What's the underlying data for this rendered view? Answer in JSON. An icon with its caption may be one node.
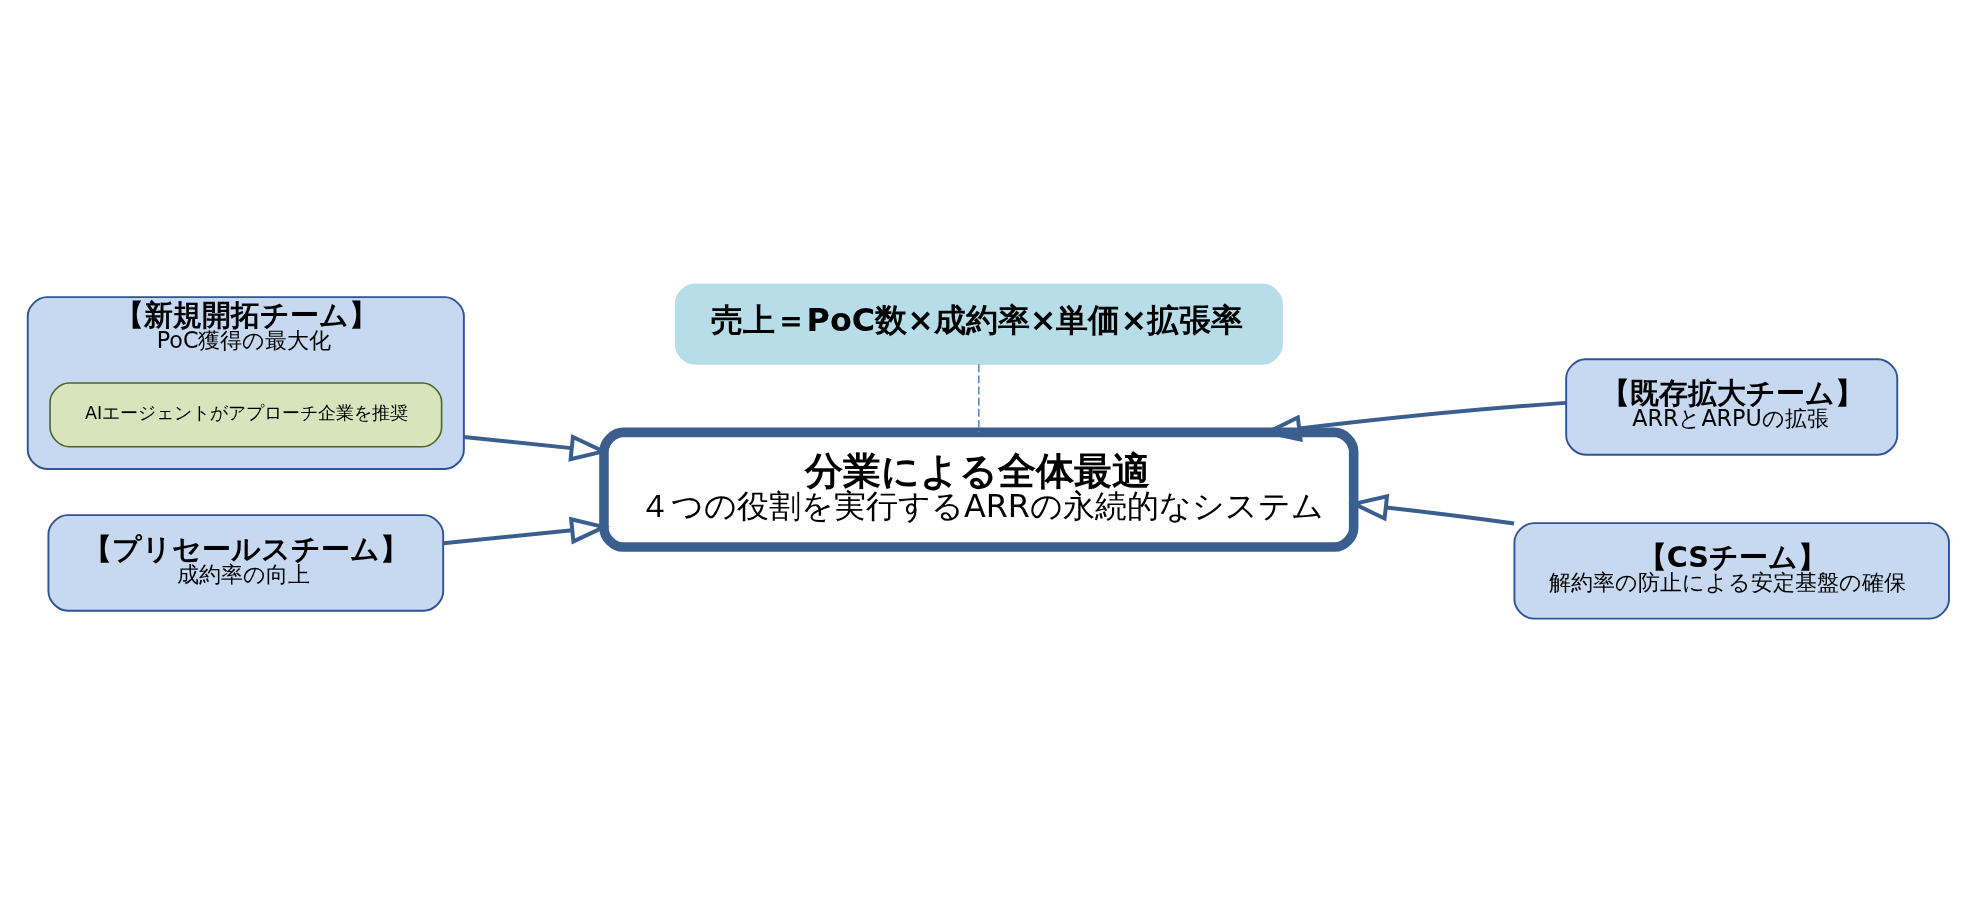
{
  "diagram": {
    "nodes": [
      {
        "text": [
          "【新規開拓チーム】",
          "PoC獲得の最大化"
        ]
      },
      {
        "text": [
          "AIエージェントがアプローチ企業を推奨"
        ],
        "in": 0
      },
      {
        "text": [
          "売上＝PoC数×成約率×単価×拡張率"
        ]
      },
      {
        "text": [
          "【既存拡大チーム】",
          "ARRとARPUの拡張"
        ]
      },
      {
        "text": [
          "分業による全体最適",
          "４つの役割を実行するARRの永続的なシステム"
        ]
      },
      {
        "text": [
          "【プリセールスチーム】",
          "成約率の向上"
        ]
      },
      {
        "text": [
          "【CSチーム】",
          "解約率の防止による安定基盤の確保"
        ]
      }
    ],
    "edges": [
      {
        "from": 2,
        "to": 4,
        "arrow": "none",
        "style": "dashed",
        "color": "#5b8db8"
      },
      {
        "from": 0,
        "to": 4,
        "arrow": "to"
      },
      {
        "from": 3,
        "to": 4,
        "arrow": "to"
      },
      {
        "from": 5,
        "to": 4,
        "arrow": "to"
      },
      {
        "from": 6,
        "to": 4,
        "arrow": "to"
      }
    ]
  }
}
